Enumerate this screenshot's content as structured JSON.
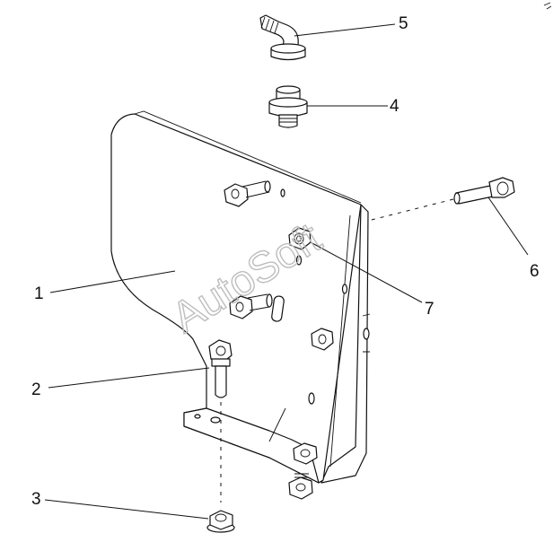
{
  "callouts": [
    {
      "id": "1",
      "label": "1"
    },
    {
      "id": "2",
      "label": "2"
    },
    {
      "id": "3",
      "label": "3"
    },
    {
      "id": "4",
      "label": "4"
    },
    {
      "id": "5",
      "label": "5"
    },
    {
      "id": "6",
      "label": "6"
    },
    {
      "id": "7",
      "label": "7"
    }
  ],
  "watermark": "AutoSoft"
}
